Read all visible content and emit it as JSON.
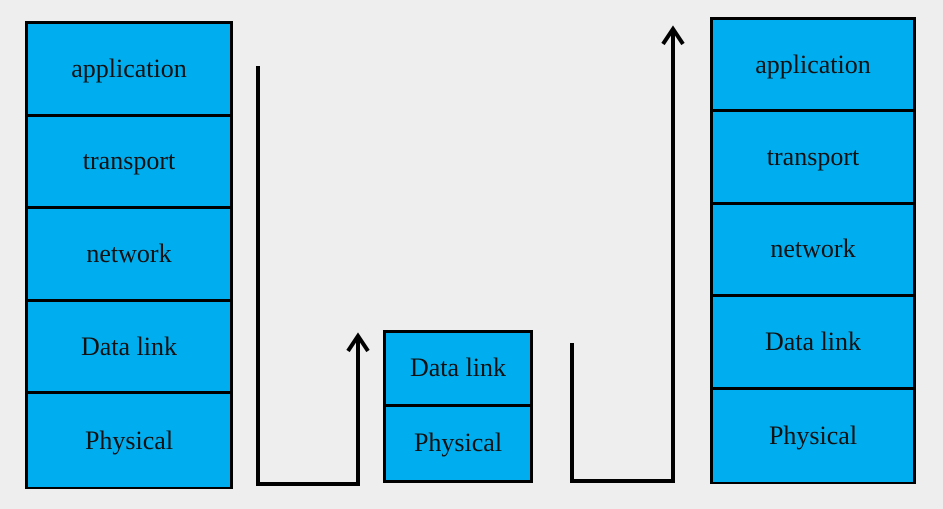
{
  "colors": {
    "background": "#eeeeee",
    "layer_fill": "#00aeef",
    "border": "#000000"
  },
  "left_stack": {
    "layers": [
      "application",
      "transport",
      "network",
      "Data link",
      "Physical"
    ]
  },
  "middle_stack": {
    "layers": [
      "Data link",
      "Physical"
    ]
  },
  "right_stack": {
    "layers": [
      "application",
      "transport",
      "network",
      "Data link",
      "Physical"
    ]
  }
}
